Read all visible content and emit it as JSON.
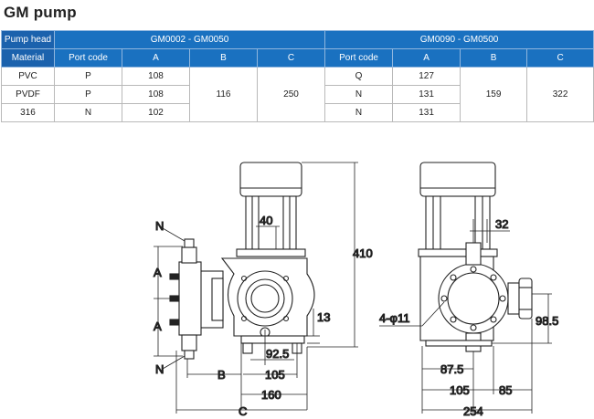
{
  "title": "GM pump",
  "table": {
    "header1": {
      "row_label": "Pump head",
      "group1": "GM0002 - GM0050",
      "group2": "GM0090 - GM0500"
    },
    "header2": {
      "row_label": "Material",
      "cols": [
        "Port code",
        "A",
        "B",
        "C",
        "Port code",
        "A",
        "B",
        "C"
      ]
    },
    "rows": [
      {
        "material": "PVC",
        "g1_port": "P",
        "g1_a": "108",
        "g2_port": "Q",
        "g2_a": "127"
      },
      {
        "material": "PVDF",
        "g1_port": "P",
        "g1_a": "108",
        "g2_port": "N",
        "g2_a": "131"
      },
      {
        "material": "316",
        "g1_port": "N",
        "g1_a": "102",
        "g2_port": "N",
        "g2_a": "131"
      }
    ],
    "merged": {
      "g1_b": "116",
      "g1_c": "250",
      "g2_b": "159",
      "g2_c": "322"
    }
  },
  "drawing_left": {
    "labels": {
      "n_top": "N",
      "n_bottom": "N",
      "a_top": "A",
      "a_bottom": "A",
      "b": "B",
      "c": "C"
    },
    "dims": {
      "d40": "40",
      "d410": "410",
      "d13": "13",
      "d92_5": "92.5",
      "d105": "105",
      "d160": "160"
    }
  },
  "drawing_right": {
    "dims": {
      "d32": "32",
      "hole": "4-φ11",
      "d98_5": "98.5",
      "d87_5": "87.5",
      "d105": "105",
      "d85": "85",
      "d254": "254"
    }
  }
}
